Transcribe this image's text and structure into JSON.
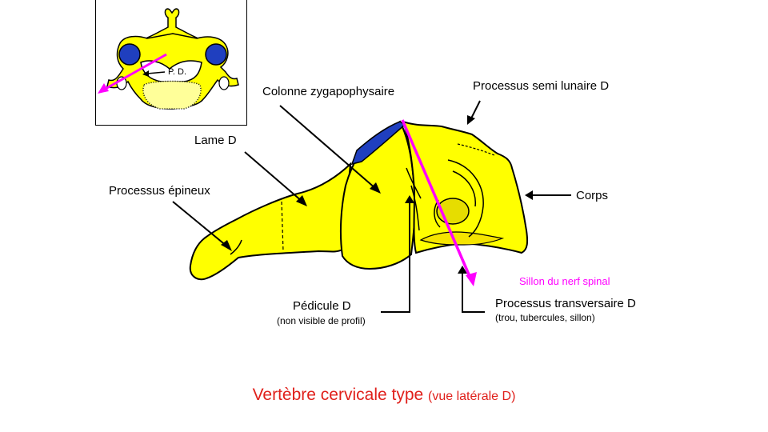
{
  "inset": {
    "label": "P. D."
  },
  "labels": {
    "colonne": "Colonne zygapophysaire",
    "semi_lunaire": "Processus semi lunaire D",
    "lame": "Lame D",
    "epineux": "Processus épineux",
    "corps": "Corps",
    "sillon": "Sillon du nerf spinal",
    "pedicule": "Pédicule D",
    "pedicule_sub": "(non visible de profil)",
    "transversaire": "Processus transversaire D",
    "transversaire_sub": "(trou, tubercules, sillon)"
  },
  "caption": {
    "main": "Vertèbre cervicale type",
    "sub": "(vue latérale D)"
  },
  "colors": {
    "bone": "#ffff00",
    "facet": "#1f3fbf",
    "arrow_magenta": "#ff00ff",
    "caption": "#e0201b"
  }
}
